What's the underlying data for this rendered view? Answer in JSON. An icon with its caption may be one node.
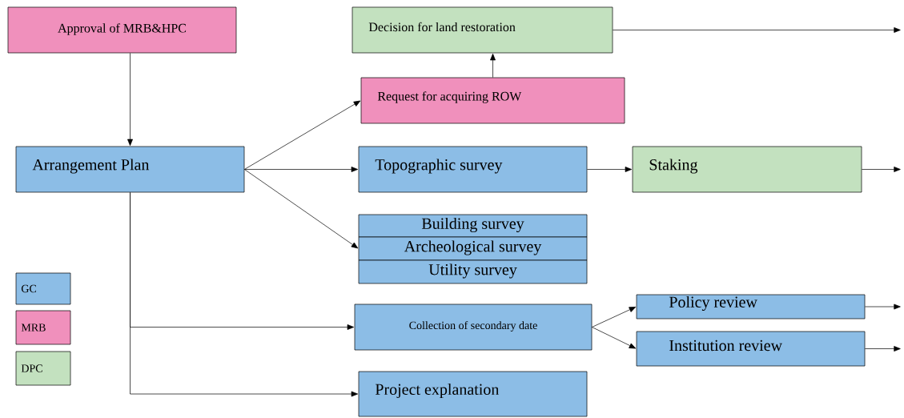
{
  "diagram": {
    "nodes": [
      {
        "text": [
          "Approval of MRB&HPC"
        ]
      },
      {
        "text": [
          "Decision for land restoration"
        ]
      },
      {
        "text": [
          "Request for acquiring ROW"
        ]
      },
      {
        "text": [
          "Arrangement Plan"
        ]
      },
      {
        "text": [
          "Topographic survey"
        ]
      },
      {
        "text": [
          "Staking"
        ]
      },
      {
        "text": [
          "Building survey"
        ]
      },
      {
        "text": [
          "Archeological survey"
        ]
      },
      {
        "text": [
          "Utility survey"
        ]
      },
      {
        "text": [
          "Collection of secondary date"
        ]
      },
      {
        "text": [
          "Policy review"
        ]
      },
      {
        "text": [
          "Institution review"
        ]
      },
      {
        "text": [
          "Project explanation"
        ]
      }
    ],
    "edges": [
      {
        "from": 0,
        "to": 3,
        "arrow": "to"
      },
      {
        "from": 2,
        "to": 1,
        "arrow": "to"
      },
      {
        "from": 1,
        "to": null,
        "arrow": "to"
      },
      {
        "from": 3,
        "to": 2,
        "arrow": "to"
      },
      {
        "from": 3,
        "to": 4,
        "arrow": "to"
      },
      {
        "from": 3,
        "to": 7,
        "arrow": "to"
      },
      {
        "from": 4,
        "to": 5,
        "arrow": "to"
      },
      {
        "from": 5,
        "to": null,
        "arrow": "to"
      },
      {
        "from": 3,
        "to": 9,
        "arrow": "to"
      },
      {
        "from": 3,
        "to": 12,
        "arrow": "to"
      },
      {
        "from": 9,
        "to": 10,
        "arrow": "to"
      },
      {
        "from": 9,
        "to": 11,
        "arrow": "to"
      },
      {
        "from": 10,
        "to": null,
        "arrow": "to"
      },
      {
        "from": 11,
        "to": null,
        "arrow": "to"
      }
    ],
    "legend": [
      {
        "text": "GC",
        "color": "#8cbde6"
      },
      {
        "text": "MRB",
        "color": "#f090bc"
      },
      {
        "text": "DPC",
        "color": "#c3e1bf"
      }
    ]
  }
}
